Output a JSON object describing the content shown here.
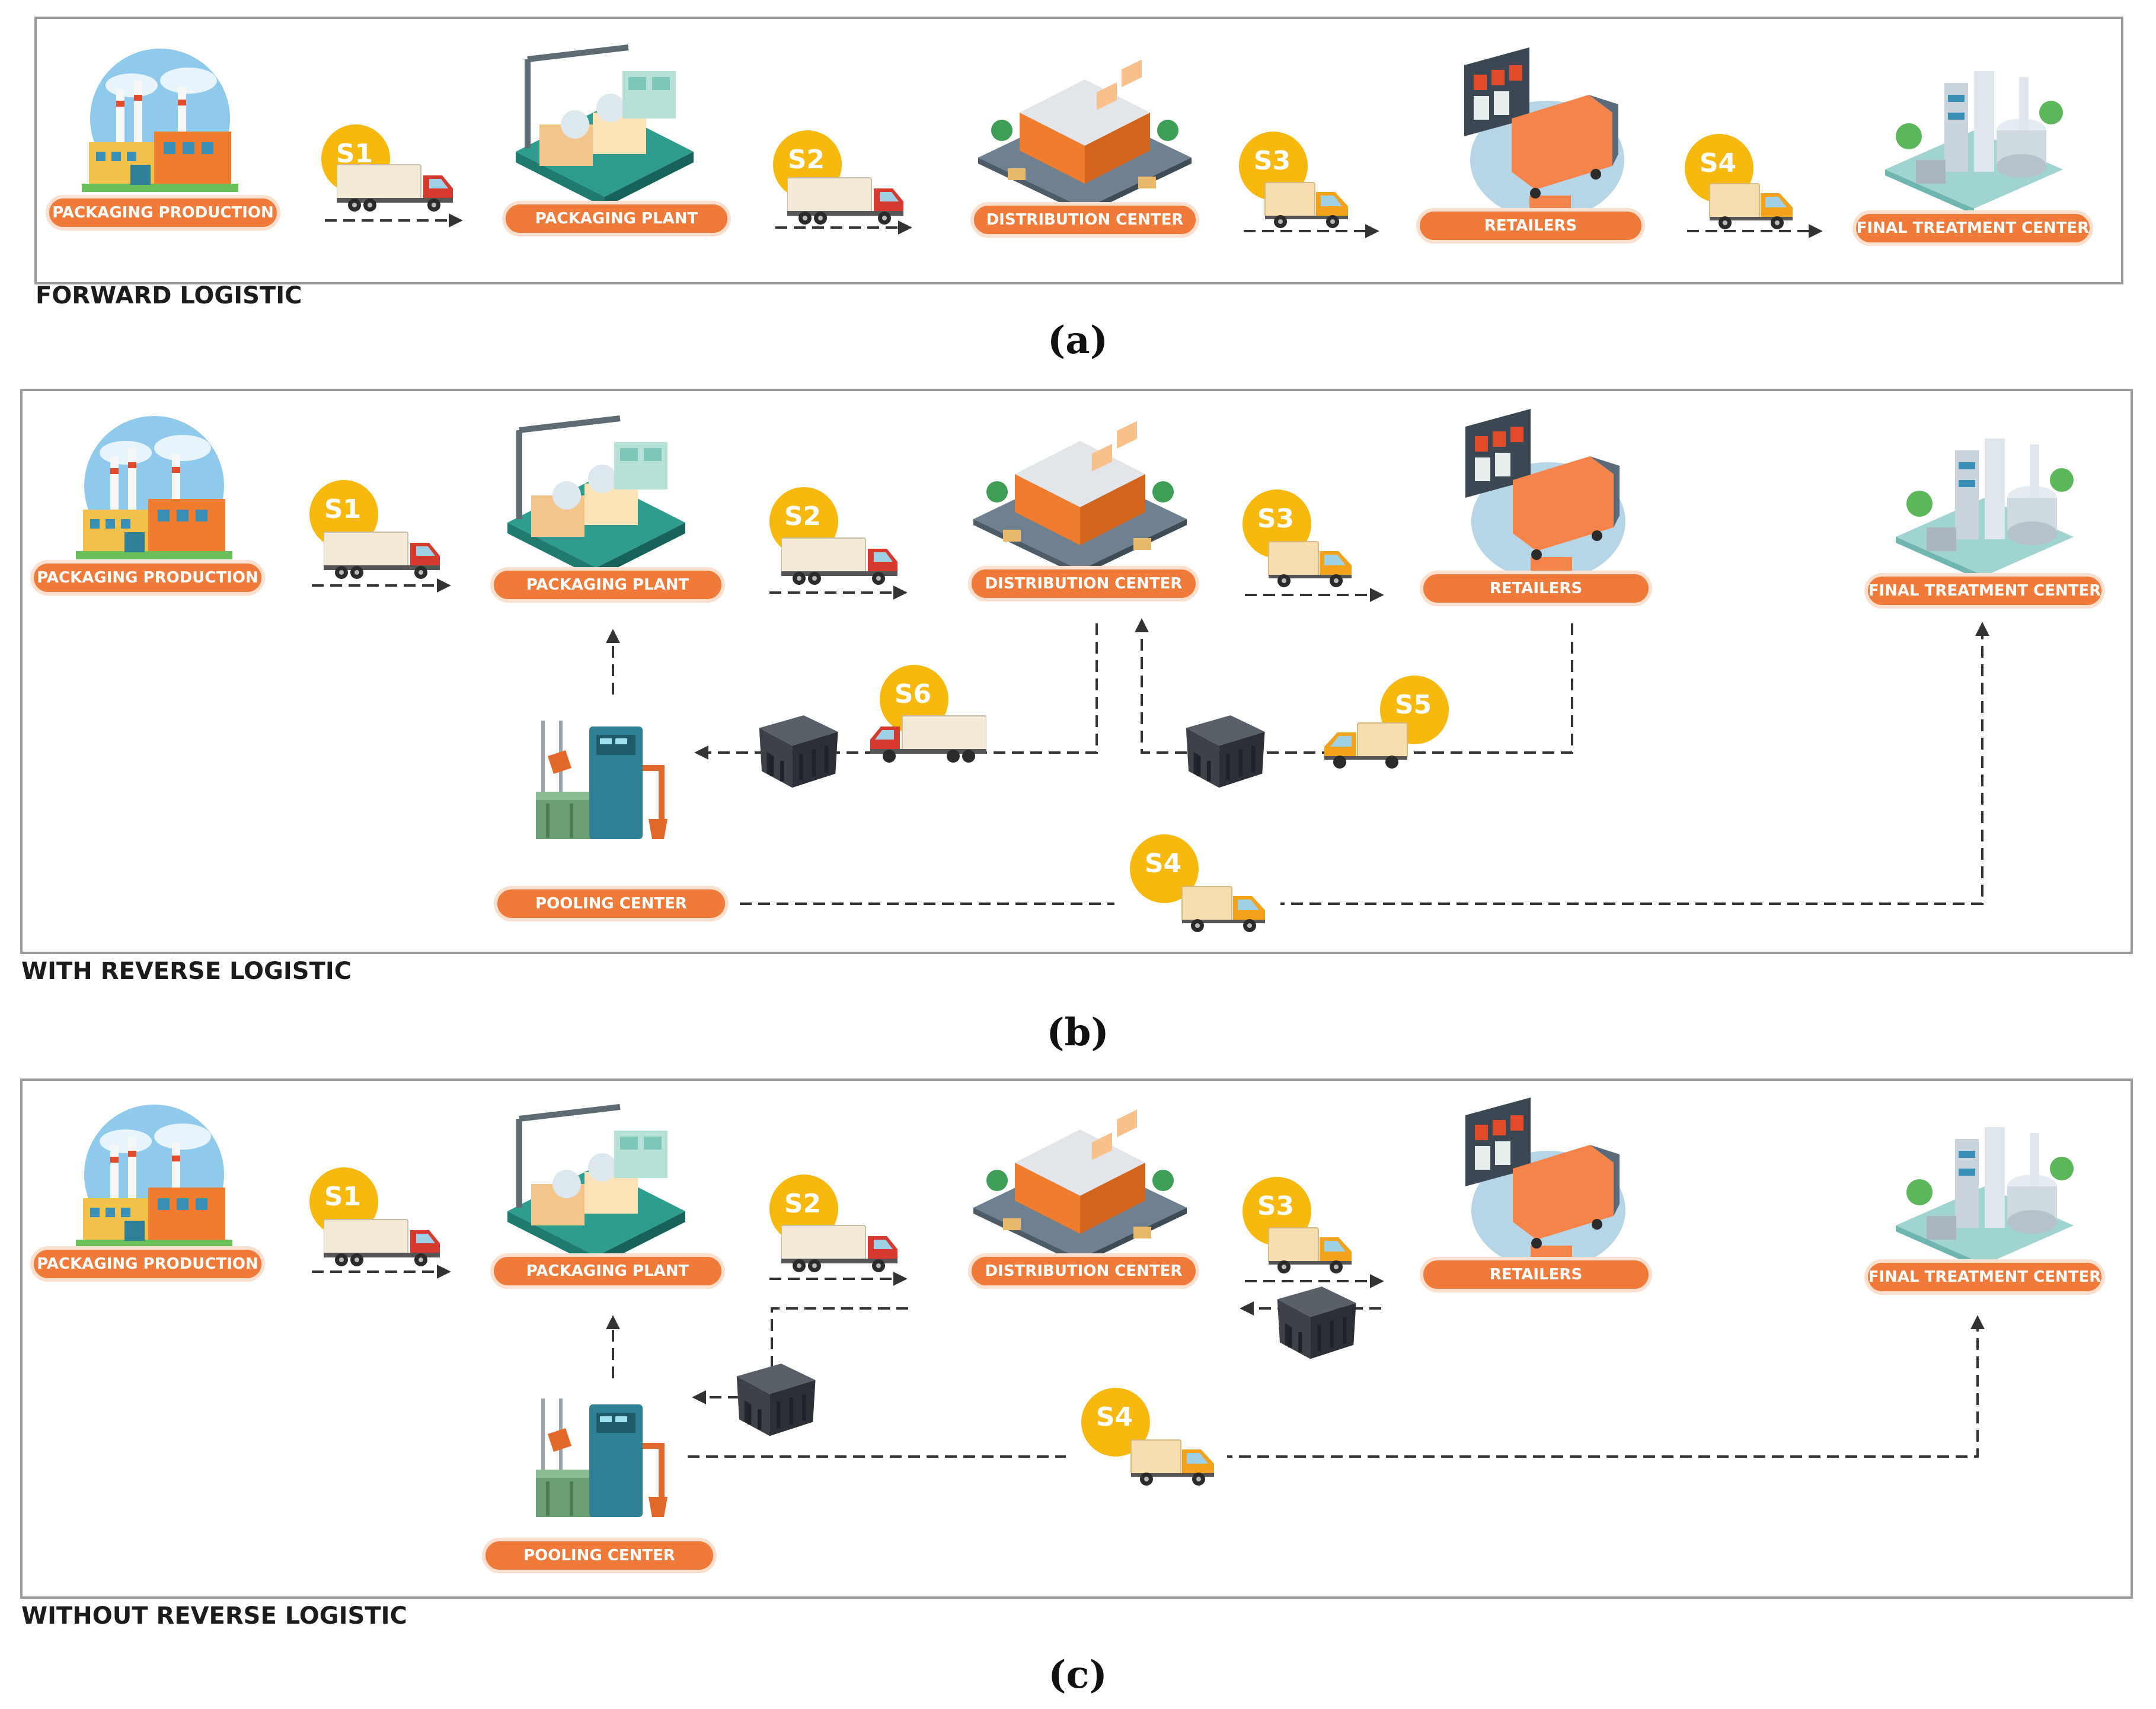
{
  "panels": [
    {
      "id": "a",
      "section_title": "FORWARD LOGISTIC",
      "caption": "(a)",
      "nodes": {
        "packaging_production": "PACKAGING PRODUCTION",
        "packaging_plant": "PACKAGING PLANT",
        "distribution_center": "DISTRIBUTION CENTER",
        "retailers": "RETAILERS",
        "final_treatment_center": "FINAL TREATMENT CENTER"
      },
      "shipments": [
        "S1",
        "S2",
        "S3",
        "S4"
      ]
    },
    {
      "id": "b",
      "section_title": "WITH REVERSE LOGISTIC",
      "caption": "(b)",
      "nodes": {
        "packaging_production": "PACKAGING PRODUCTION",
        "packaging_plant": "PACKAGING PLANT",
        "distribution_center": "DISTRIBUTION CENTER",
        "retailers": "RETAILERS",
        "final_treatment_center": "FINAL TREATMENT CENTER",
        "pooling_center": "POOLING CENTER"
      },
      "shipments": [
        "S1",
        "S2",
        "S3",
        "S6",
        "S5",
        "S4"
      ]
    },
    {
      "id": "c",
      "section_title": "WITHOUT REVERSE LOGISTIC",
      "caption": "(c)",
      "nodes": {
        "packaging_production": "PACKAGING PRODUCTION",
        "packaging_plant": "PACKAGING PLANT",
        "distribution_center": "DISTRIBUTION CENTER",
        "retailers": "RETAILERS",
        "final_treatment_center": "FINAL TREATMENT CENTER",
        "pooling_center": "POOLING CENTER"
      },
      "shipments": [
        "S1",
        "S2",
        "S3",
        "S4"
      ]
    }
  ],
  "colors": {
    "label_orange": "#f07a3a",
    "badge_yellow": "#f8b90f",
    "frame": "#9a9a9a",
    "truck_red": "#d63a2f",
    "truck_orange": "#f2a21b",
    "crate": "#3d4249",
    "building_orange": "#ef7d2d",
    "machine_teal": "#2f7f95"
  }
}
